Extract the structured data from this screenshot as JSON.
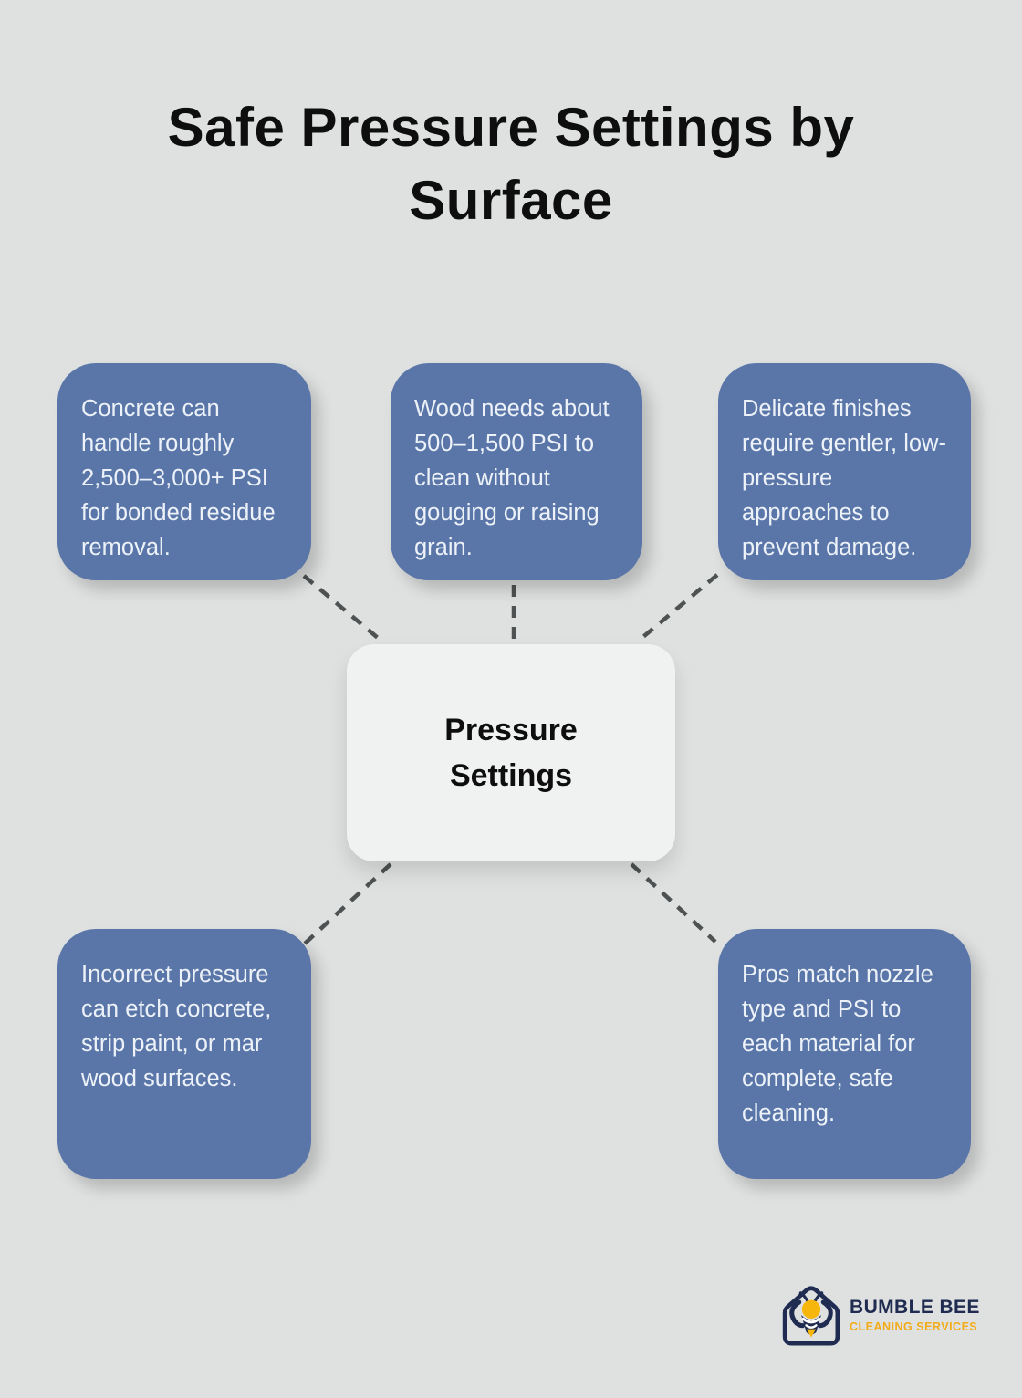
{
  "header": {
    "title": "Safe Pressure Settings by Surface",
    "title_lines": [
      "Safe Pressure Settings by",
      "Surface"
    ]
  },
  "diagram": {
    "center": {
      "lines": [
        "Pressure",
        "Settings"
      ]
    },
    "cards": [
      {
        "id": "concrete",
        "position": "top-left",
        "text": "Concrete can handle roughly 2,500–3,000+ PSI for bonded residue removal."
      },
      {
        "id": "wood",
        "position": "top-center",
        "text": "Wood needs about 500–1,500 PSI to clean without gouging or raising grain."
      },
      {
        "id": "delicate-finishes",
        "position": "top-right",
        "text": "Delicate finishes require gentler, low-pressure approaches to prevent damage."
      },
      {
        "id": "incorrect-pressure",
        "position": "bottom-left",
        "text": "Incorrect pressure can etch concrete, strip paint, or mar wood surfaces."
      },
      {
        "id": "pros",
        "position": "bottom-right",
        "text": "Pros match nozzle type and PSI to each material for complete, safe cleaning."
      }
    ],
    "connector_style": "dashed"
  },
  "logo": {
    "brand": "BUMBLE BEE",
    "tagline": "CLEANING SERVICES",
    "icon": "bee-in-house-icon"
  },
  "colors": {
    "background": "#dfe1e1",
    "card_blue": "#5a76a8",
    "card_text": "#edf2f9",
    "center_box": "#f0f1f1",
    "connector_gray": "#4f5252",
    "title_text": "#0e0e0e",
    "logo_navy": "#1f2b50",
    "logo_yellow": "#f2ac19",
    "bee_yellow": "#f7b60b"
  }
}
